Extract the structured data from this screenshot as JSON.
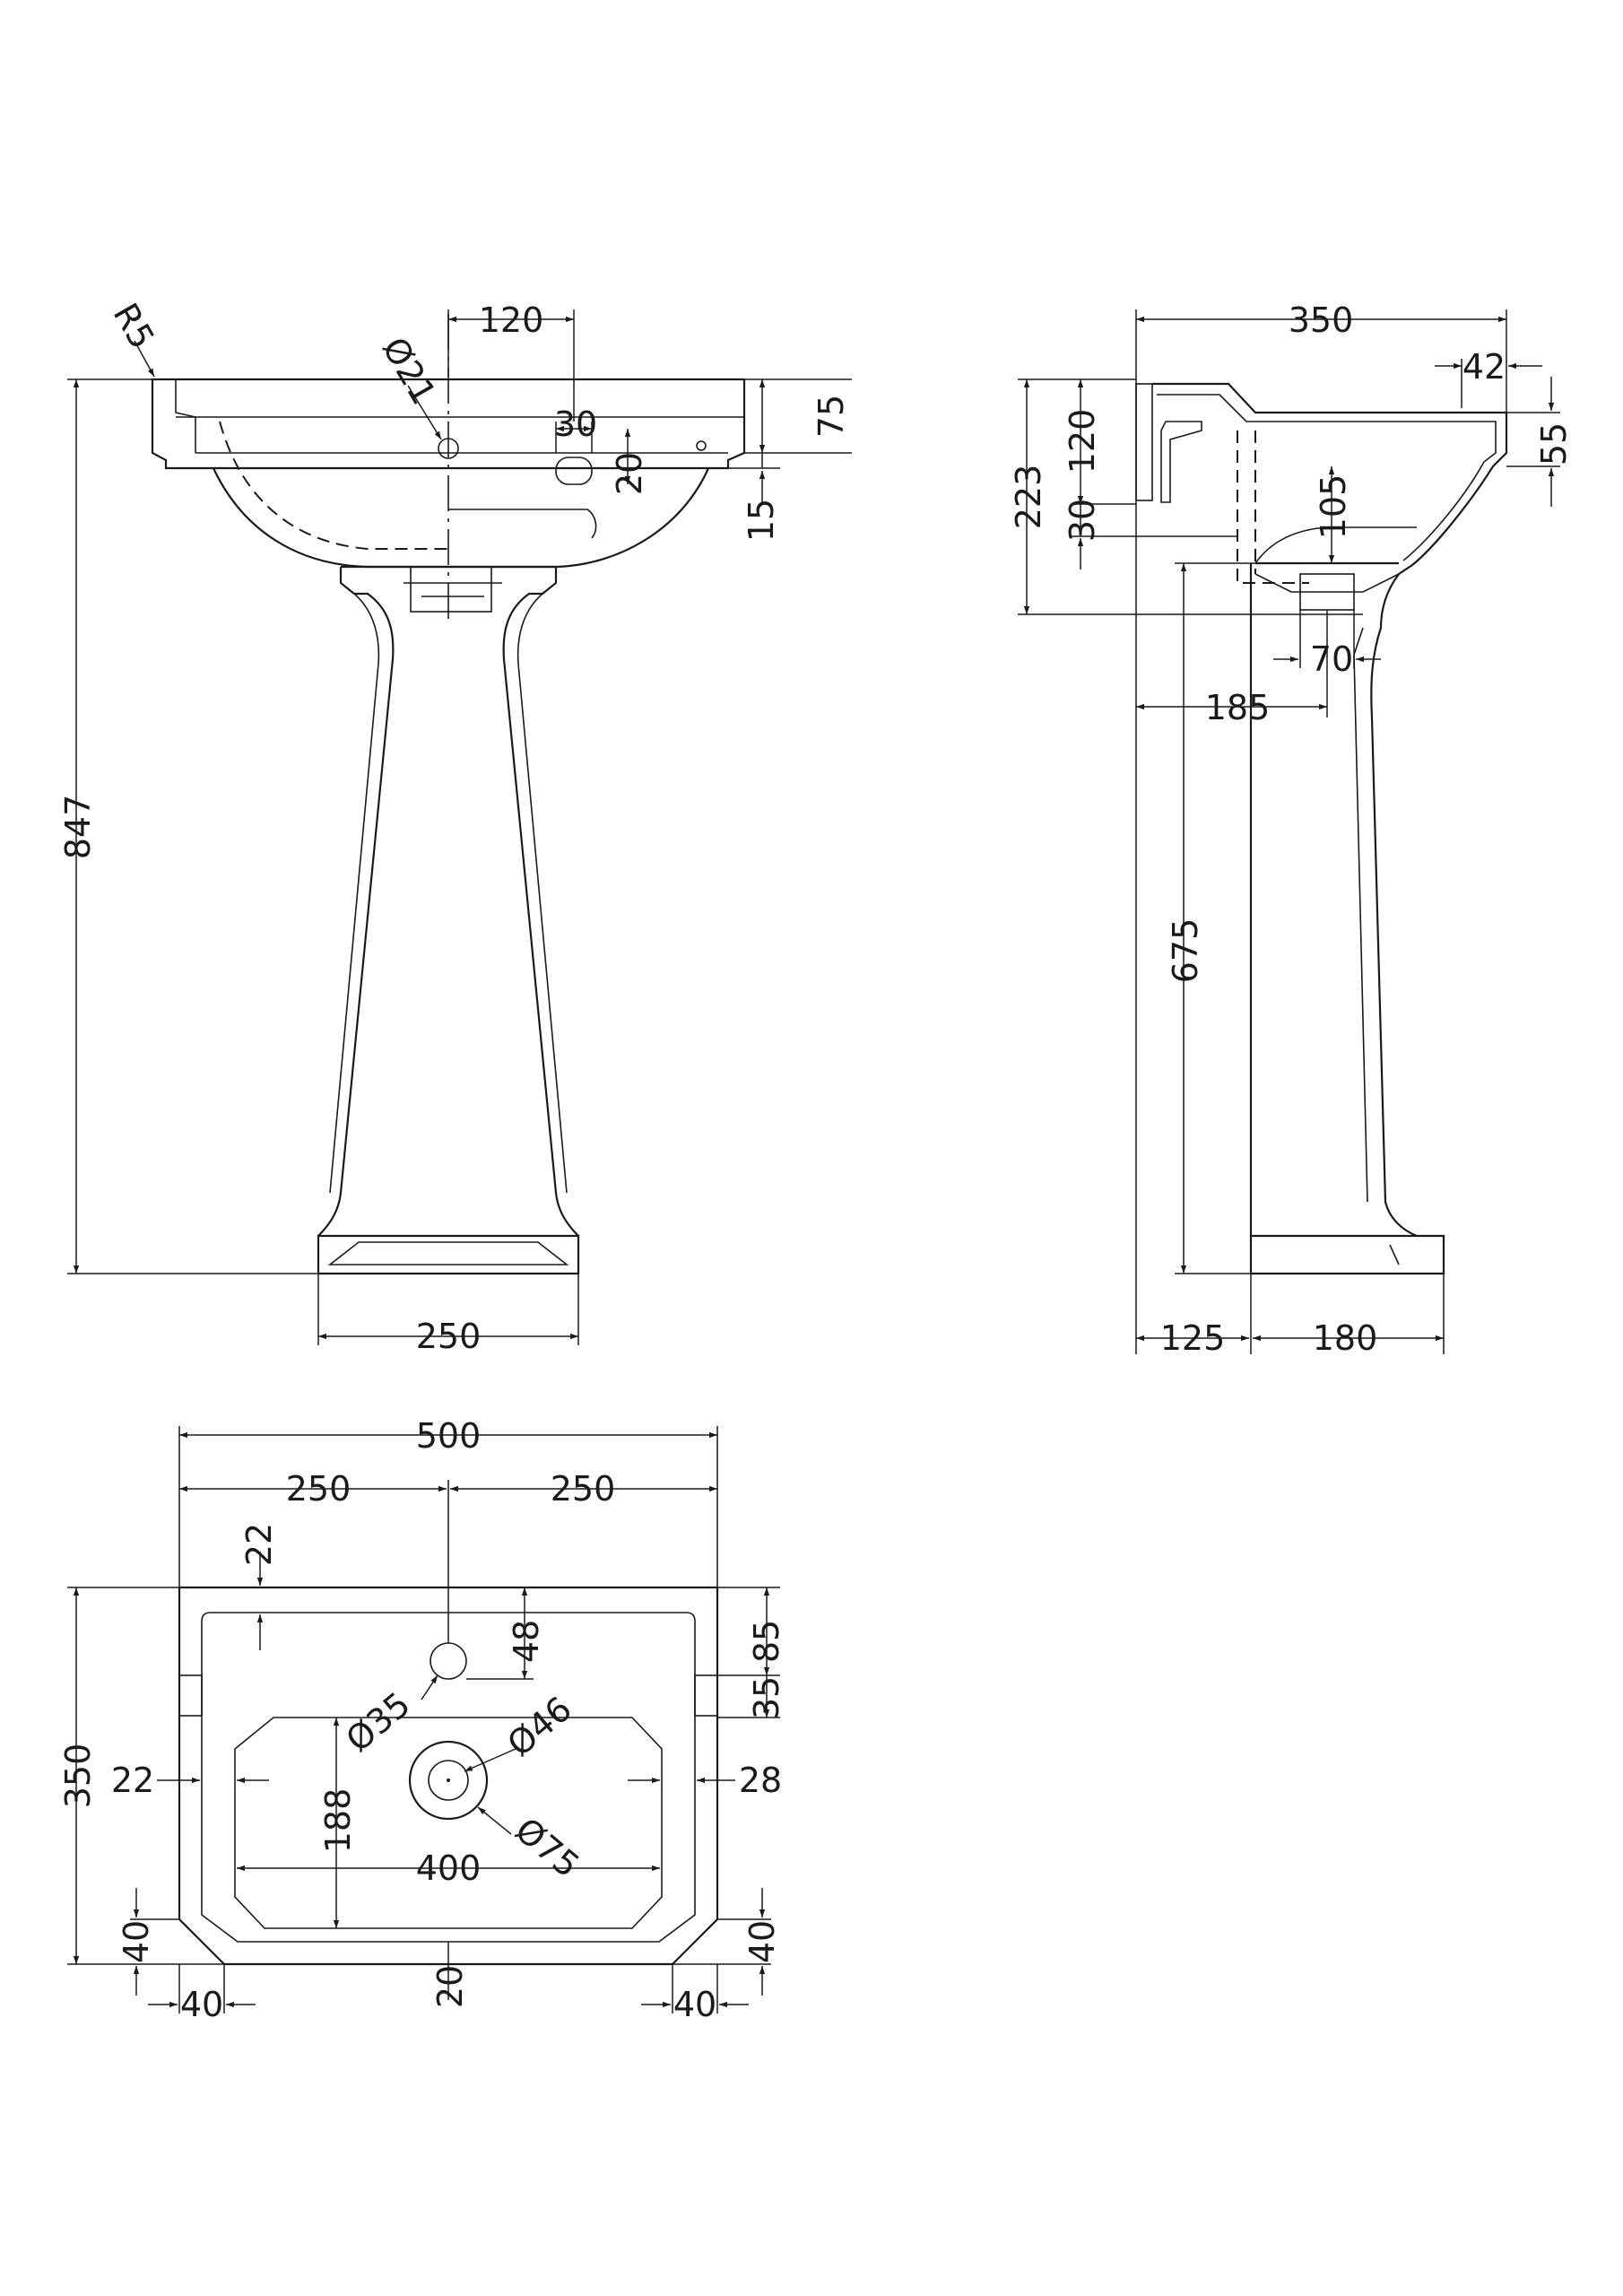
{
  "colors": {
    "line": "#1a1a1a",
    "background": "#ffffff"
  },
  "views": {
    "front": {
      "dims": {
        "radius": "R5",
        "tap_hole_dia": "Ø21",
        "tap_offset": "120",
        "overflow_width": "30",
        "overflow_height": "20",
        "rim_height": "75",
        "rim_step": "15",
        "total_height": "847",
        "base_width": "250"
      }
    },
    "side": {
      "dims": {
        "depth": "350",
        "back_lip": "42",
        "front_drop": "55",
        "basin_height": "223",
        "splash_height": "120",
        "splash_step": "30",
        "bowl_depth": "105",
        "waste_width": "70",
        "waste_offset": "185",
        "pedestal_height": "675",
        "wall_gap": "125",
        "base_depth": "180"
      }
    },
    "plan": {
      "dims": {
        "width": "500",
        "half_left": "250",
        "half_right": "250",
        "top_margin": "22",
        "tap_hole_offset": "48",
        "tap_dia": "Ø35",
        "right_top": "85",
        "right_mid": "35",
        "waste_inner_dia": "Ø46",
        "waste_outer_dia": "Ø75",
        "depth": "350",
        "side_margin_left": "22",
        "side_margin_right": "28",
        "bowl_depth": "188",
        "bowl_width": "400",
        "chamfer_v_left": "40",
        "chamfer_v_right": "40",
        "front_margin": "20",
        "chamfer_h_left": "40",
        "chamfer_h_right": "40"
      }
    }
  }
}
